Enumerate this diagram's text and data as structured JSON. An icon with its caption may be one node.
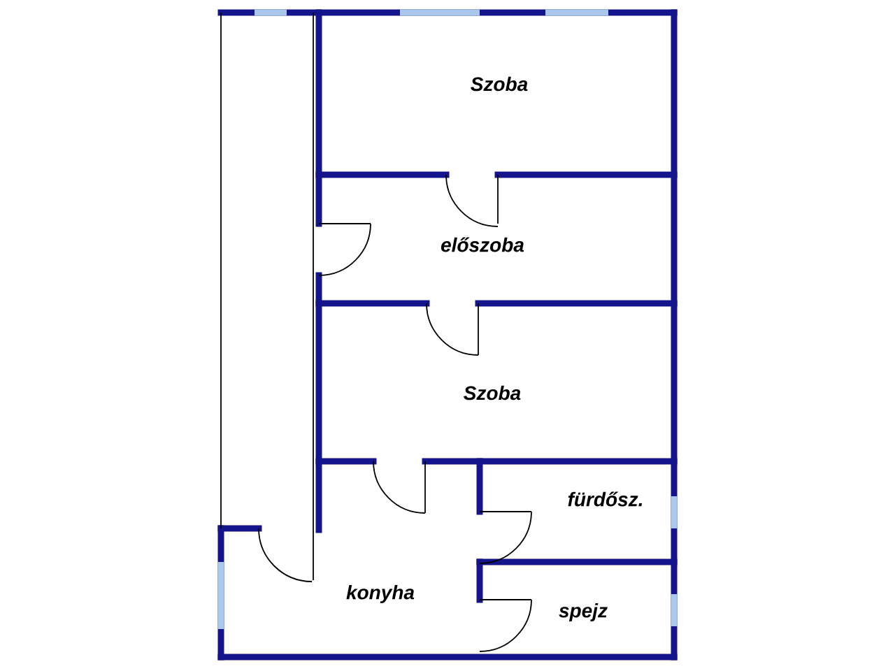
{
  "diagram": {
    "labels": [
      "Szoba",
      "előszoba",
      "Szoba",
      "fürdősz.",
      "konyha",
      "spejz"
    ]
  }
}
